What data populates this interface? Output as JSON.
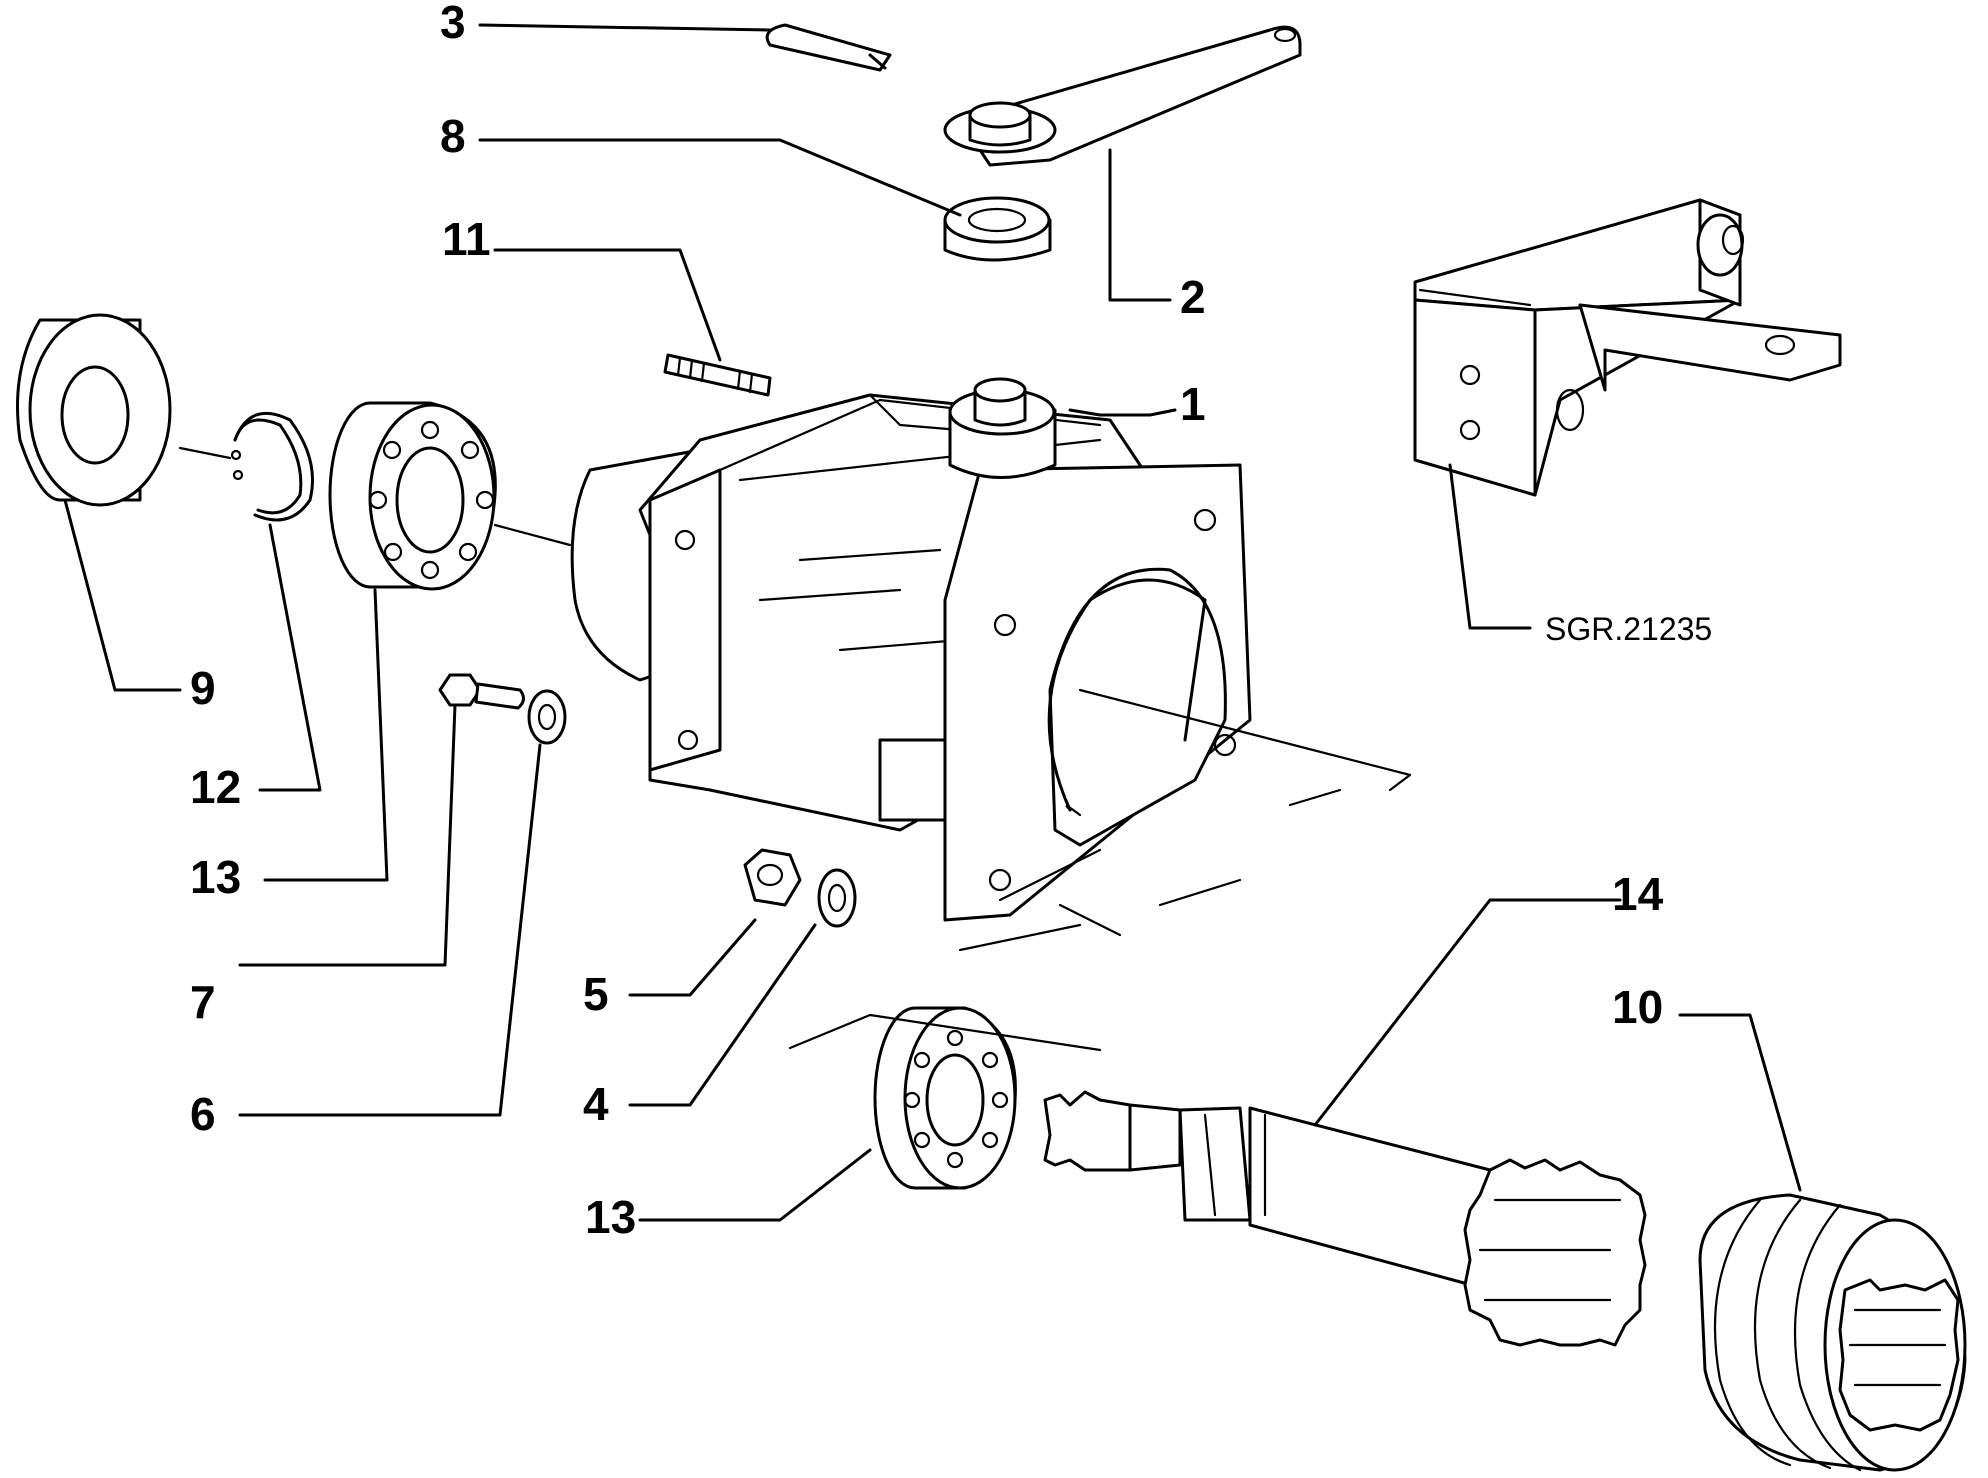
{
  "diagram": {
    "reference_code": "SGR.21235",
    "callouts": [
      {
        "id": "c1",
        "text": "1"
      },
      {
        "id": "c2",
        "text": "2"
      },
      {
        "id": "c3",
        "text": "3"
      },
      {
        "id": "c4",
        "text": "4"
      },
      {
        "id": "c5",
        "text": "5"
      },
      {
        "id": "c6",
        "text": "6"
      },
      {
        "id": "c7",
        "text": "7"
      },
      {
        "id": "c8",
        "text": "8"
      },
      {
        "id": "c9",
        "text": "9"
      },
      {
        "id": "c10",
        "text": "10"
      },
      {
        "id": "c11",
        "text": "11"
      },
      {
        "id": "c12",
        "text": "12"
      },
      {
        "id": "c13a",
        "text": "13"
      },
      {
        "id": "c13b",
        "text": "13"
      },
      {
        "id": "c14",
        "text": "14"
      }
    ]
  }
}
